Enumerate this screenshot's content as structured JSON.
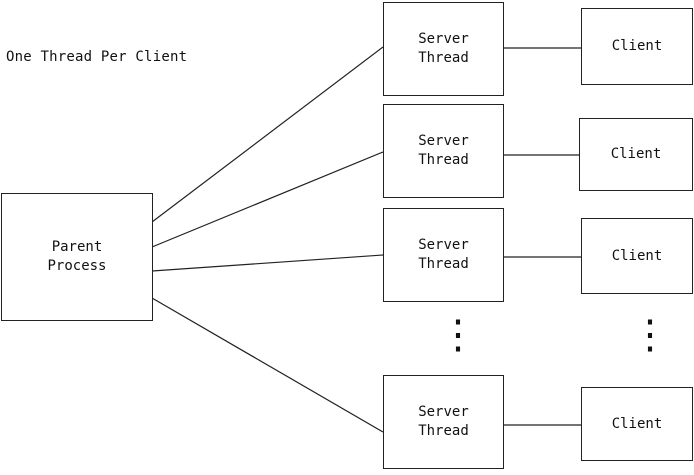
{
  "title": "One Thread Per Client",
  "parent": {
    "line1": "Parent",
    "line2": "Process"
  },
  "threads": [
    {
      "line1": "Server",
      "line2": "Thread"
    },
    {
      "line1": "Server",
      "line2": "Thread"
    },
    {
      "line1": "Server",
      "line2": "Thread"
    },
    {
      "line1": "Server",
      "line2": "Thread"
    }
  ],
  "clients": [
    {
      "label": "Client"
    },
    {
      "label": "Client"
    },
    {
      "label": "Client"
    },
    {
      "label": "Client"
    }
  ],
  "ellipsis": "⋮"
}
